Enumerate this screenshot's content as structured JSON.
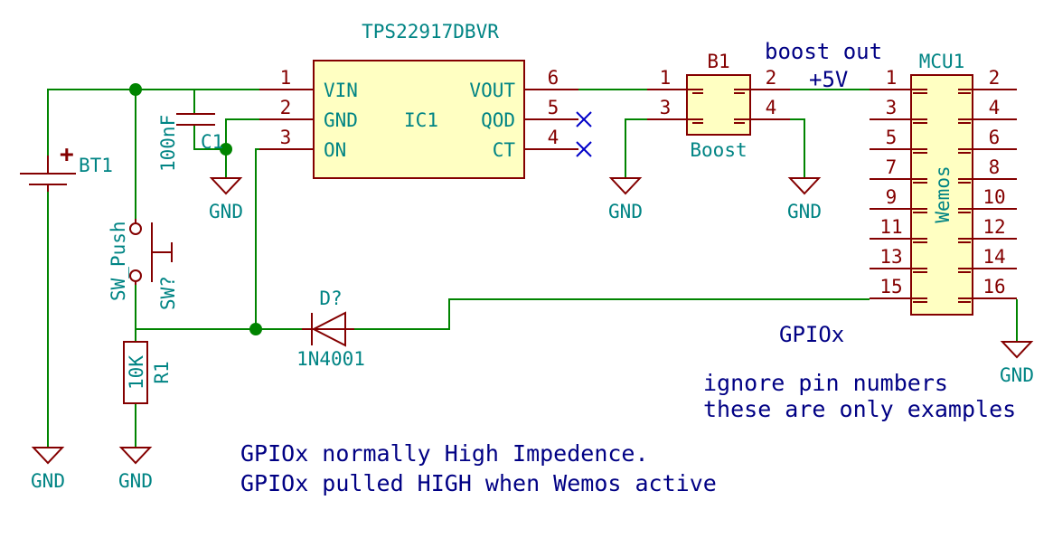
{
  "components": {
    "ic1": {
      "part": "TPS22917DBVR",
      "ref": "IC1",
      "pins_left": [
        {
          "num": "1",
          "name": "VIN"
        },
        {
          "num": "2",
          "name": "GND"
        },
        {
          "num": "3",
          "name": "ON"
        }
      ],
      "pins_right": [
        {
          "num": "6",
          "name": "VOUT"
        },
        {
          "num": "5",
          "name": "QOD"
        },
        {
          "num": "4",
          "name": "CT"
        }
      ]
    },
    "b1": {
      "ref": "B1",
      "value": "Boost",
      "pins": [
        "1",
        "2",
        "3",
        "4"
      ]
    },
    "mcu1": {
      "ref": "MCU1",
      "value": "Wemos",
      "pins_left": [
        "1",
        "3",
        "5",
        "7",
        "9",
        "11",
        "13",
        "15"
      ],
      "pins_right": [
        "2",
        "4",
        "6",
        "8",
        "10",
        "12",
        "14",
        "16"
      ]
    },
    "c1": {
      "ref": "C1",
      "value": "100nF"
    },
    "bt1": {
      "ref": "BT1",
      "polarity": "+"
    },
    "sw": {
      "ref": "SW?",
      "value": "SW_Push"
    },
    "d1": {
      "ref": "D?",
      "value": "1N4001"
    },
    "r1": {
      "ref": "R1",
      "value": "10K"
    }
  },
  "power": {
    "gnd_label": "GND"
  },
  "labels": {
    "boost_out": "boost out",
    "plus5v": "+5V",
    "gpiox": "GPIOx"
  },
  "notes": {
    "pin_note_line1": "ignore pin numbers",
    "pin_note_line2": "these are only examples",
    "gpio_note_line1": "GPIOx normally High Impedence.",
    "gpio_note_line2": "GPIOx pulled HIGH when Wemos active"
  },
  "colors": {
    "wire": "#008400",
    "component": "#840000",
    "component_body": "#ffffc2",
    "reference_text": "#008484",
    "label_text": "#000084",
    "no_connect": "#0000c8",
    "background": "#ffffff"
  }
}
